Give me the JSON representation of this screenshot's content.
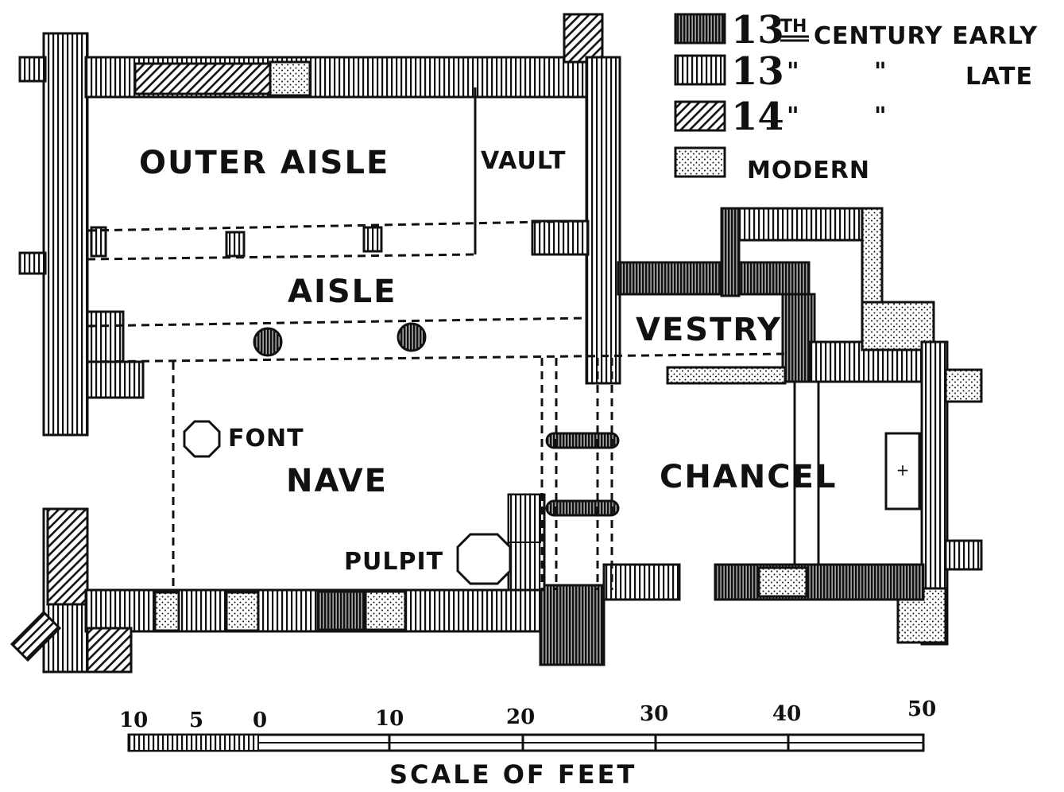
{
  "rooms": {
    "outer_aisle": "OUTER AISLE",
    "vault": "VAULT",
    "aisle": "AISLE",
    "vestry": "VESTRY",
    "nave": "NAVE",
    "chancel": "CHANCEL",
    "font": "FONT",
    "pulpit": "PULPIT"
  },
  "legend": {
    "items": [
      {
        "num": "13",
        "sup": "TH",
        "text": "CENTURY EARLY",
        "pattern": "solid-hatch"
      },
      {
        "num": "13",
        "ditto1": "\"",
        "ditto2": "\"",
        "text": "LATE",
        "pattern": "vertical-lines"
      },
      {
        "num": "14",
        "ditto1": "\"",
        "ditto2": "\"",
        "text": "",
        "pattern": "diagonal-lines"
      },
      {
        "num": "",
        "text": "MODERN",
        "pattern": "stipple"
      }
    ]
  },
  "scale": {
    "label": "SCALE OF FEET",
    "ticks": [
      "10",
      "5",
      "0",
      "10",
      "20",
      "30",
      "40",
      "50"
    ]
  },
  "colors": {
    "ink": "#111111",
    "paper": "#ffffff"
  }
}
